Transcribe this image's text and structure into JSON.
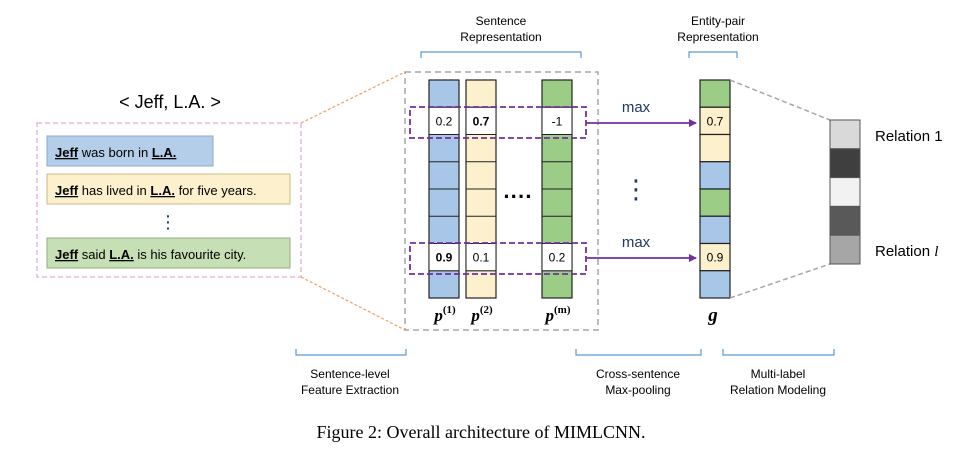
{
  "entity_pair": "< Jeff, L.A. >",
  "sentences": [
    {
      "entity1": "Jeff",
      "mid": " was born in ",
      "entity2": "L.A.",
      "tail": "",
      "color": "#b4cde9"
    },
    {
      "entity1": "Jeff",
      "mid": " has lived in ",
      "entity2": "L.A.",
      "tail": " for five years.",
      "color": "#fdf0cd"
    },
    {
      "entity1": "Jeff",
      "mid": " said ",
      "entity2": "L.A.",
      "tail": " is his favourite city.",
      "color": "#c6dfb4"
    }
  ],
  "sentence_ellipsis": "⋮",
  "headers": {
    "sentence_rep": [
      "Sentence",
      "Representation"
    ],
    "entity_pair_rep": [
      "Entity-pair",
      "Representation"
    ]
  },
  "columns": [
    {
      "label_base": "p",
      "label_sup": "(1)",
      "color": "#a7c6e8",
      "top_value": "0.2",
      "bottom_value": "0.9",
      "top_bold": false,
      "bottom_bold": true
    },
    {
      "label_base": "p",
      "label_sup": "(2)",
      "color": "#fdf0cd",
      "top_value": "0.7",
      "bottom_value": "0.1",
      "top_bold": true,
      "bottom_bold": false
    },
    {
      "label_base": "p",
      "label_sup": "(m)",
      "color": "#9ccd86",
      "top_value": "-1",
      "bottom_value": "0.2",
      "top_bold": false,
      "bottom_bold": false
    }
  ],
  "column_ellipsis": "····",
  "max_labels": [
    "max",
    "max"
  ],
  "vertical_ellipsis": "⋮",
  "g_vector": {
    "label": "g",
    "cells": [
      {
        "color": "#9ccd86",
        "value": ""
      },
      {
        "color": "#fdf0cd",
        "value": "0.7"
      },
      {
        "color": "#fdf0cd",
        "value": ""
      },
      {
        "color": "#a7c6e8",
        "value": ""
      },
      {
        "color": "#9ccd86",
        "value": ""
      },
      {
        "color": "#a7c6e8",
        "value": ""
      },
      {
        "color": "#fdf0cd",
        "value": "0.9"
      },
      {
        "color": "#a7c6e8",
        "value": ""
      }
    ]
  },
  "relations": {
    "cells": [
      "#d9d9d9",
      "#3f3f3f",
      "#f2f2f2",
      "#595959",
      "#a6a6a6"
    ],
    "label_first": "Relation 1",
    "label_last_prefix": "Relation ",
    "label_last_var": "l"
  },
  "stages": [
    [
      "Sentence-level",
      "Feature Extraction"
    ],
    [
      "Cross-sentence",
      "Max-pooling"
    ],
    [
      "Multi-label",
      "Relation Modeling"
    ]
  ],
  "caption": "Figure 2: Overall architecture of MIMLCNN.",
  "colors": {
    "pink_dash": "#e6b8e6",
    "orange_dash": "#f0a060",
    "gray_dash": "#a6a6a6",
    "purple": "#7030a0",
    "max_text": "#1f3864",
    "bracket_blue": "#5b9bd5"
  }
}
